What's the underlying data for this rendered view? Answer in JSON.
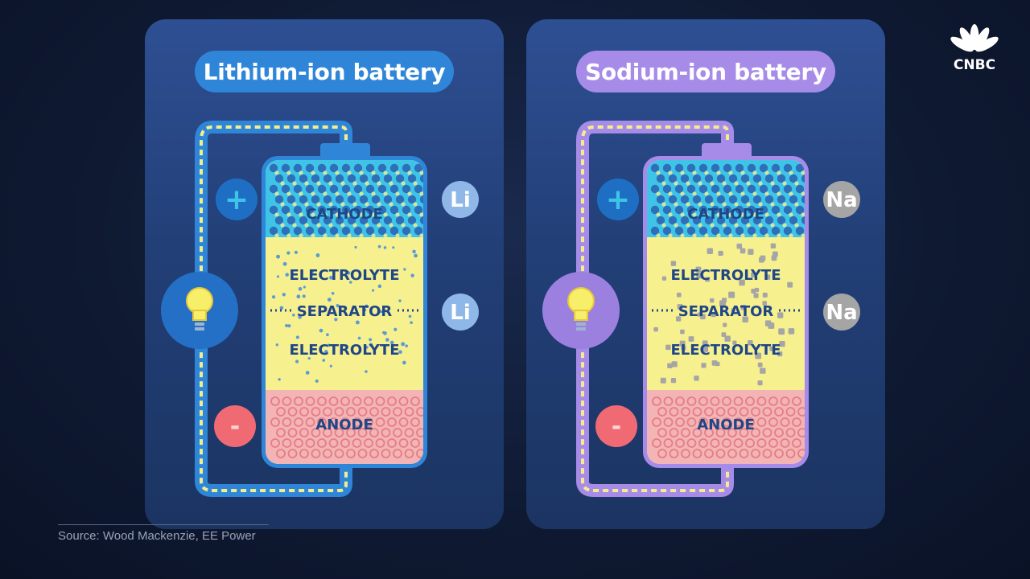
{
  "batteries": [
    {
      "title": "Lithium-ion battery",
      "theme": {
        "accent": "#2f86d8",
        "wire": "#2f86d8",
        "ion_particle": "#5b9bd5",
        "ion_badge": "#8fb8e8"
      },
      "layers": {
        "cathode": "CATHODE",
        "electrolyte_top": "ELECTROLYTE",
        "separator": "SEPARATOR",
        "electrolyte_bottom": "ELECTROLYTE",
        "anode": "ANODE"
      },
      "terminals": {
        "positive": "+",
        "negative": "-"
      },
      "ion_labels": [
        "Li",
        "Li"
      ]
    },
    {
      "title": "Sodium-ion battery",
      "theme": {
        "accent": "#a78be8",
        "wire": "#a78be8",
        "ion_particle": "#a5a5a5",
        "ion_badge": "#a5a5a5"
      },
      "layers": {
        "cathode": "CATHODE",
        "electrolyte_top": "ELECTROLYTE",
        "separator": "SEPARATOR",
        "electrolyte_bottom": "ELECTROLYTE",
        "anode": "ANODE"
      },
      "terminals": {
        "positive": "+",
        "negative": "-"
      },
      "ion_labels": [
        "Na",
        "Na"
      ]
    }
  ],
  "source": "Source: Wood Mackenzie, EE Power",
  "logo": {
    "text": "CNBC",
    "icon": "peacock-icon"
  }
}
